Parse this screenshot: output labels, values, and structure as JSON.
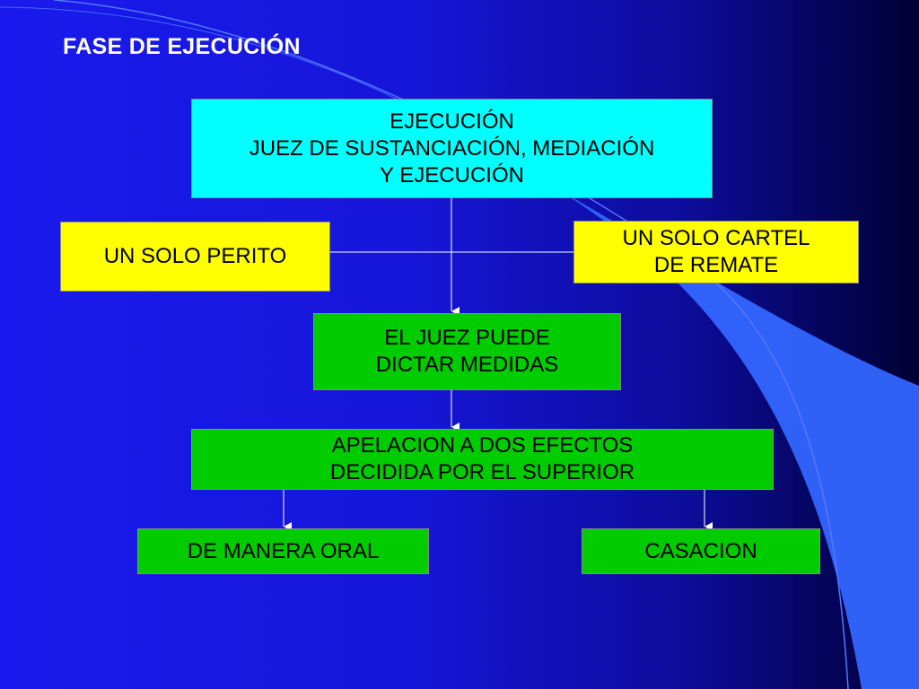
{
  "slide": {
    "title": "FASE DE EJECUCIÓN"
  },
  "nodes": {
    "ejecucion": "EJECUCIÓN\nJUEZ DE SUSTANCIACIÓN, MEDIACIÓN\nY EJECUCIÓN",
    "perito": "UN SOLO PERITO",
    "cartel": "UN SOLO CARTEL\nDE REMATE",
    "medidas": "EL JUEZ PUEDE\nDICTAR MEDIDAS",
    "apelacion": "APELACION A DOS EFECTOS\nDECIDIDA POR EL SUPERIOR",
    "oral": "DE MANERA ORAL",
    "casacion": "CASACION"
  },
  "colors": {
    "cyan_box": "#00ffff",
    "yellow_box": "#ffff00",
    "green_box": "#00cc00",
    "title_text": "#ffffff",
    "background": "#1a1aee"
  }
}
